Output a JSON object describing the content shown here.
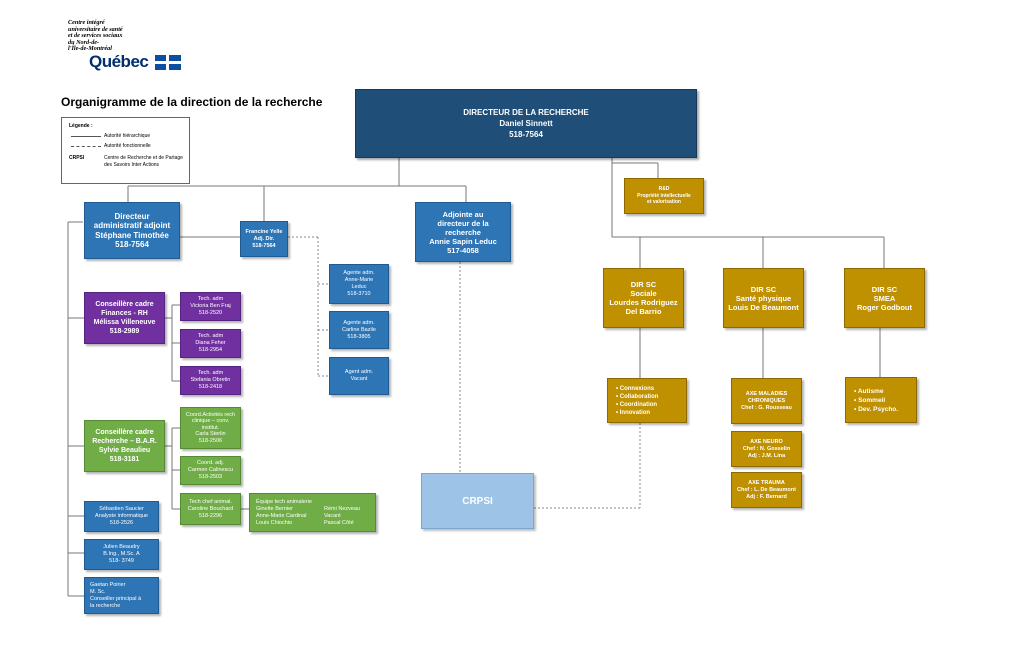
{
  "logo": {
    "org_lines": [
      "Centre intégré",
      "universitaire de santé",
      "et de services sociaux",
      "du Nord-de-",
      "l'Île-de-Montréal"
    ],
    "wordmark": "Québec"
  },
  "title": "Organigramme de la direction de la recherche",
  "legend": {
    "heading": "Légende :",
    "solid": "Autorité hiérarchique",
    "dashed": "Autorité fonctionnelle",
    "abbr": "CRPSI",
    "abbr_def": "Centre de Recherche et de Partage des Savoirs Inter Actions"
  },
  "boxes": {
    "director": [
      "DIRECTEUR DE LA RECHERCHE",
      "Daniel Sinnett",
      "518-7564"
    ],
    "rd": [
      "R&D",
      "Propriété intellectuelle",
      "et valorisation"
    ],
    "adj_admin": [
      "Directeur",
      "administratif adjoint",
      "Stéphane Timothée",
      "518-7564"
    ],
    "francine": [
      "Francine Yelle",
      "Adj. Dir.",
      "518-7564"
    ],
    "adjointe": [
      "Adjointe au",
      "directeur de la",
      "recherche",
      "Annie Sapin Leduc",
      "517-4058"
    ],
    "agente1": [
      "Agente adm.",
      "Anne-Marie",
      "Leduc",
      "518-3710"
    ],
    "agente2": [
      "Agente adm.",
      "Carline Bazile",
      "518-3805"
    ],
    "agente3": [
      "Agent adm.",
      "Vacant"
    ],
    "rh": [
      "Conseillère cadre",
      "Finances - RH",
      "Mélissa Villeneuve",
      "518-2989"
    ],
    "tech1": [
      "Tech. adm",
      "Victoria Ben Fraj",
      "518-2520"
    ],
    "tech2": [
      "Tech. adm",
      "Diana Feher",
      "518-2954"
    ],
    "tech3": [
      "Tech. adm",
      "Stefania Obretin",
      "518-2418"
    ],
    "bar": [
      "Conseillère cadre",
      "Recherche – B.A.R.",
      "Sylvie Beaulieu",
      "518-3181"
    ],
    "coord1": [
      "Coord.Activités rech",
      "clinique – conv.",
      "institut.",
      "Carla Sterlin",
      "518-2506"
    ],
    "coord2": [
      "Coord. adj.",
      "Carmen Calinescu",
      "518-2503"
    ],
    "techchef": [
      "Tech chef animal.",
      "Caroline Bouchard",
      "518-2296"
    ],
    "equipe": {
      "title": "Équipe tech animalerie",
      "col1": [
        "Ginette Bernier",
        "Anne-Marie Cardinal",
        "Louis Chiochio"
      ],
      "col2": [
        "Rémi Nezveau",
        "Vacant",
        "Pascal Côté"
      ]
    },
    "sebastien": [
      "Sébastien Saucier",
      "Analyste informatique",
      "518-2526"
    ],
    "julien": [
      "Julien Beaudry",
      "B.Ing., M.Sc. A",
      "518- 3749"
    ],
    "gaetan": [
      "Gaetan Poirier",
      "M. Sc.",
      "Conseiller principal à",
      "la recherche"
    ],
    "crpsi": [
      "CRPSI"
    ],
    "sociale": [
      "DIR SC",
      "Sociale",
      "Lourdes Rodriguez",
      "Del Barrio"
    ],
    "sante": [
      "DIR SC",
      "Santé physique",
      "Louis De Beaumont"
    ],
    "smea": [
      "DIR SC",
      "SMEA",
      "Roger Godbout"
    ],
    "sociale_list": [
      "• Connexions",
      "• Collaboration",
      "• Coordination",
      "• Innovation"
    ],
    "axe_mal": [
      "AXE MALADIES",
      "CHRONIQUES",
      "Chef : G. Rousseau"
    ],
    "axe_neuro": [
      "AXE NEURO",
      "Chef : N. Gosselin",
      "Adj : J.M. Lina"
    ],
    "axe_trauma": [
      "AXE TRAUMA",
      "Chef : L. De Beaumont",
      "Adj : F. Bernard"
    ],
    "smea_list": [
      "• Autisme",
      "• Sommeil",
      "• Dev. Psycho."
    ]
  },
  "colors": {
    "dark_blue": "#1f4e79",
    "blue": "#2e75b6",
    "purple": "#7030a0",
    "green": "#70ad47",
    "gold": "#bf9000",
    "light_blue": "#9dc3e6"
  }
}
